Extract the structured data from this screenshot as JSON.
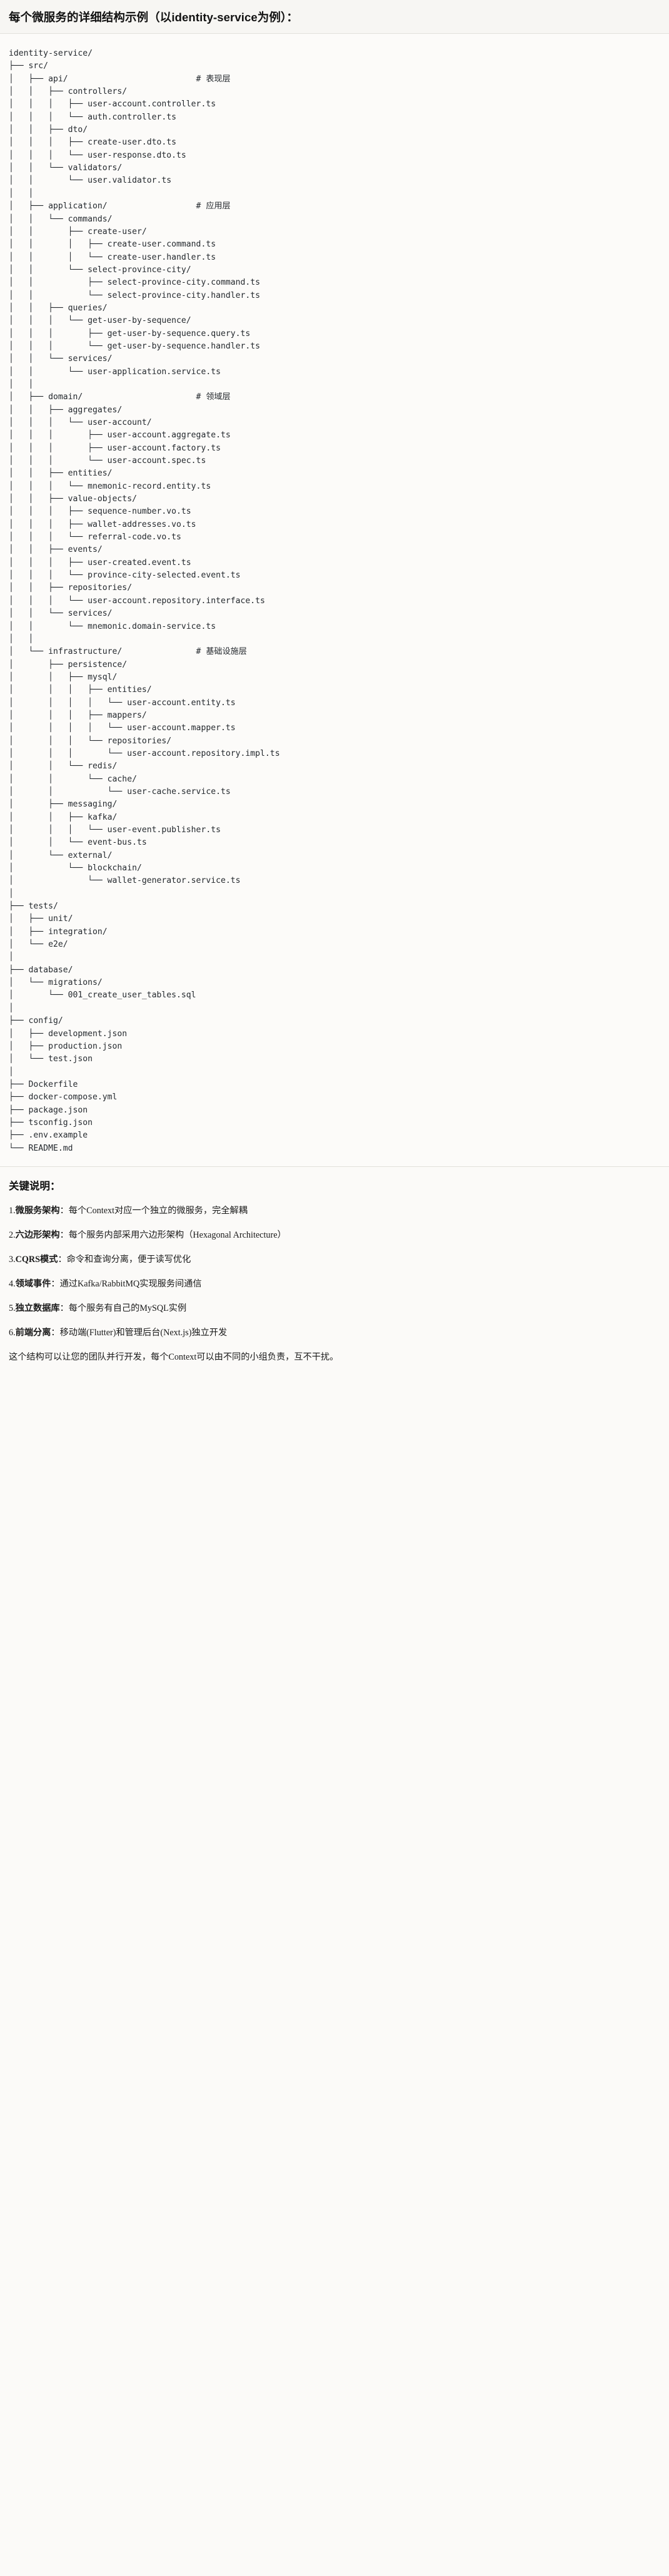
{
  "header": {
    "title": "每个微服务的详细结构示例（以identity-service为例）："
  },
  "tree": {
    "root": "identity-service/",
    "lines": [
      "identity-service/",
      "├── src/",
      "│   ├── api/                          # 表现层",
      "│   │   ├── controllers/",
      "│   │   │   ├── user-account.controller.ts",
      "│   │   │   └── auth.controller.ts",
      "│   │   ├── dto/",
      "│   │   │   ├── create-user.dto.ts",
      "│   │   │   └── user-response.dto.ts",
      "│   │   └── validators/",
      "│   │       └── user.validator.ts",
      "│   │",
      "│   ├── application/                  # 应用层",
      "│   │   └── commands/",
      "│   │       ├── create-user/",
      "│   │       │   ├── create-user.command.ts",
      "│   │       │   └── create-user.handler.ts",
      "│   │       └── select-province-city/",
      "│   │           ├── select-province-city.command.ts",
      "│   │           └── select-province-city.handler.ts",
      "│   │   ├── queries/",
      "│   │   │   └── get-user-by-sequence/",
      "│   │   │       ├── get-user-by-sequence.query.ts",
      "│   │   │       └── get-user-by-sequence.handler.ts",
      "│   │   └── services/",
      "│   │       └── user-application.service.ts",
      "│   │",
      "│   ├── domain/                       # 领域层",
      "│   │   ├── aggregates/",
      "│   │   │   └── user-account/",
      "│   │   │       ├── user-account.aggregate.ts",
      "│   │   │       ├── user-account.factory.ts",
      "│   │   │       └── user-account.spec.ts",
      "│   │   ├── entities/",
      "│   │   │   └── mnemonic-record.entity.ts",
      "│   │   ├── value-objects/",
      "│   │   │   ├── sequence-number.vo.ts",
      "│   │   │   ├── wallet-addresses.vo.ts",
      "│   │   │   └── referral-code.vo.ts",
      "│   │   ├── events/",
      "│   │   │   ├── user-created.event.ts",
      "│   │   │   └── province-city-selected.event.ts",
      "│   │   ├── repositories/",
      "│   │   │   └── user-account.repository.interface.ts",
      "│   │   └── services/",
      "│   │       └── mnemonic.domain-service.ts",
      "│   │",
      "│   └── infrastructure/               # 基础设施层",
      "│       ├── persistence/",
      "│       │   ├── mysql/",
      "│       │   │   ├── entities/",
      "│       │   │   │   └── user-account.entity.ts",
      "│       │   │   ├── mappers/",
      "│       │   │   │   └── user-account.mapper.ts",
      "│       │   │   └── repositories/",
      "│       │   │       └── user-account.repository.impl.ts",
      "│       │   └── redis/",
      "│       │       └── cache/",
      "│       │           └── user-cache.service.ts",
      "│       ├── messaging/",
      "│       │   ├── kafka/",
      "│       │   │   └── user-event.publisher.ts",
      "│       │   └── event-bus.ts",
      "│       └── external/",
      "│           └── blockchain/",
      "│               └── wallet-generator.service.ts",
      "│",
      "├── tests/",
      "│   ├── unit/",
      "│   ├── integration/",
      "│   └── e2e/",
      "│",
      "├── database/",
      "│   └── migrations/",
      "│       └── 001_create_user_tables.sql",
      "│",
      "├── config/",
      "│   ├── development.json",
      "│   ├── production.json",
      "│   └── test.json",
      "│",
      "├── Dockerfile",
      "├── docker-compose.yml",
      "├── package.json",
      "├── tsconfig.json",
      "├── .env.example",
      "└── README.md"
    ],
    "comments": [
      "# 表现层",
      "# 应用层",
      "# 领域层",
      "# 基础设施层"
    ]
  },
  "notes": {
    "heading": "关键说明：",
    "items": [
      {
        "index": "1.",
        "term": "微服务架构",
        "sep": "：",
        "text": "每个Context对应一个独立的微服务，完全解耦"
      },
      {
        "index": "2.",
        "term": "六边形架构",
        "sep": "：",
        "text": "每个服务内部采用六边形架构（Hexagonal Architecture）"
      },
      {
        "index": "3.",
        "term": "CQRS模式",
        "sep": "：",
        "text": "命令和查询分离，便于读写优化"
      },
      {
        "index": "4.",
        "term": "领域事件",
        "sep": "：",
        "text": "通过Kafka/RabbitMQ实现服务间通信"
      },
      {
        "index": "5.",
        "term": "独立数据库",
        "sep": "：",
        "text": "每个服务有自己的MySQL实例"
      },
      {
        "index": "6.",
        "term": "前端分离",
        "sep": "：",
        "text": "移动端(Flutter)和管理后台(Next.js)独立开发"
      }
    ],
    "closing": "这个结构可以让您的团队并行开发，每个Context可以由不同的小组负责，互不干扰。"
  }
}
